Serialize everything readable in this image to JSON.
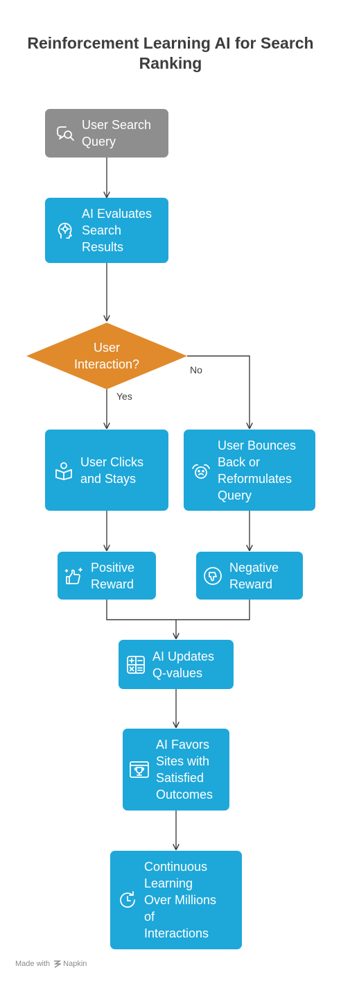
{
  "title": {
    "line1": "Reinforcement Learning AI for Search",
    "line2": "Ranking"
  },
  "nodes": {
    "query": {
      "lines": [
        "User Search",
        "Query"
      ],
      "icon": "search-chat-icon",
      "color": "#8e8e8e"
    },
    "evaluate": {
      "lines": [
        "AI Evaluates",
        "Search",
        "Results"
      ],
      "icon": "head-gear-icon",
      "color": "#1ea7d9"
    },
    "decision": {
      "lines": [
        "User",
        "Interaction?"
      ],
      "color": "#e08a2c"
    },
    "clicks": {
      "lines": [
        "User Clicks",
        "and Stays"
      ],
      "icon": "reading-user-icon"
    },
    "bounces": {
      "lines": [
        "User Bounces",
        "Back or",
        "Reformulates",
        "Query"
      ],
      "icon": "frustrated-face-icon"
    },
    "positive": {
      "lines": [
        "Positive",
        "Reward"
      ],
      "icon": "thumbs-up-sparkle-icon"
    },
    "negative": {
      "lines": [
        "Negative",
        "Reward"
      ],
      "icon": "thumbs-down-icon"
    },
    "updates": {
      "lines": [
        "AI Updates",
        "Q-values"
      ],
      "icon": "calculator-icon"
    },
    "favors": {
      "lines": [
        "AI Favors",
        "Sites with",
        "Satisfied",
        "Outcomes"
      ],
      "icon": "trophy-window-icon"
    },
    "learning": {
      "lines": [
        "Continuous",
        "Learning",
        "Over Millions",
        "of",
        "Interactions"
      ],
      "icon": "clock-cycle-icon"
    }
  },
  "edge_labels": {
    "yes": "Yes",
    "no": "No"
  },
  "footer": {
    "made_with": "Made with",
    "brand": "Napkin"
  },
  "colors": {
    "blue": "#1ea7d9",
    "gray": "#8e8e8e",
    "orange": "#e08a2c",
    "line": "#3d3d3d"
  }
}
